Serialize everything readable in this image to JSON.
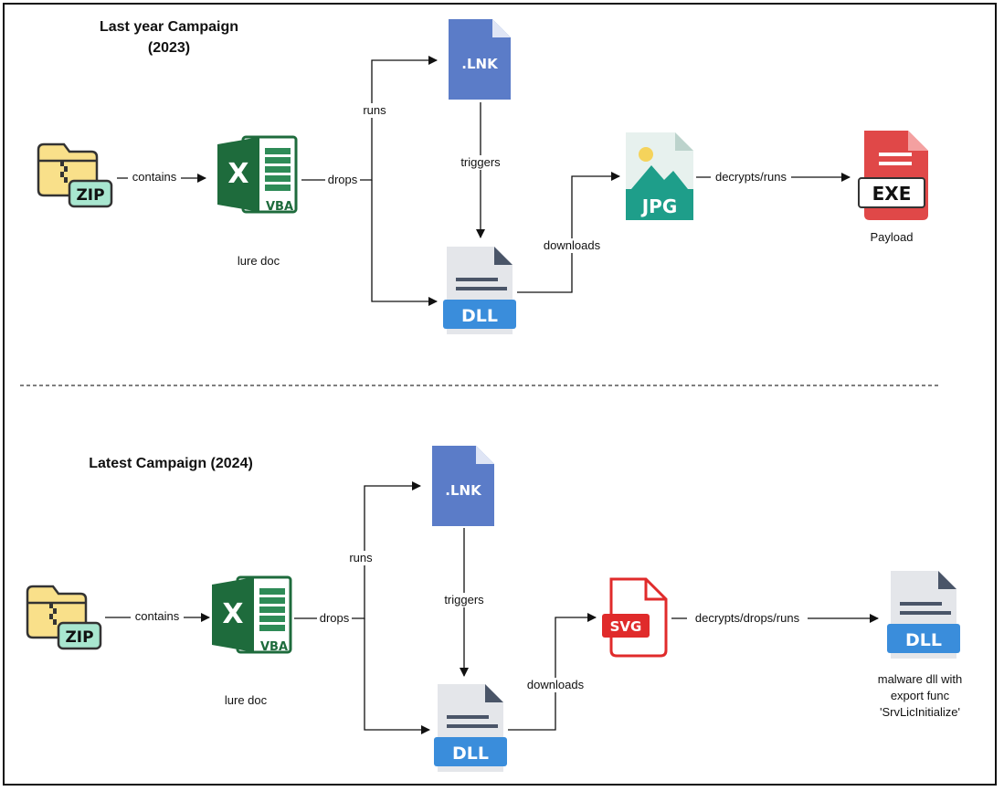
{
  "campaign_2023": {
    "title_line1": "Last year Campaign",
    "title_line2": "(2023)",
    "edges": {
      "contains": "contains",
      "drops": "drops",
      "runs": "runs",
      "triggers": "triggers",
      "downloads": "downloads",
      "decrypts": "decrypts/runs"
    },
    "nodes": {
      "zip": "ZIP",
      "vba": "VBA",
      "lnk": ".LNK",
      "dll": "DLL",
      "jpg": "JPG",
      "exe": "EXE"
    },
    "lure_label": "lure doc",
    "payload_label": "Payload"
  },
  "campaign_2024": {
    "title": "Latest Campaign (2024)",
    "edges": {
      "contains": "contains",
      "drops": "drops",
      "runs": "runs",
      "triggers": "triggers",
      "downloads": "downloads",
      "decrypts": "decrypts/drops/runs"
    },
    "nodes": {
      "zip": "ZIP",
      "vba": "VBA",
      "lnk": ".LNK",
      "dll": "DLL",
      "svg": "SVG",
      "dll2": "DLL"
    },
    "lure_label": "lure doc",
    "result_line1": "malware dll with",
    "result_line2": "export func",
    "result_line3": "'SrvLicInitialize'"
  },
  "colors": {
    "zip_folder": "#f9e08a",
    "zip_badge": "#a8e6cf",
    "excel_dark": "#1e6b3c",
    "excel_mid": "#2e8b57",
    "lnk_blue": "#5b7cc8",
    "dll_gray": "#e4e6ea",
    "dll_badge": "#3a8ddb",
    "jpg_teal": "#1e9e8a",
    "exe_red": "#e04848",
    "svg_red": "#e02b2b"
  }
}
